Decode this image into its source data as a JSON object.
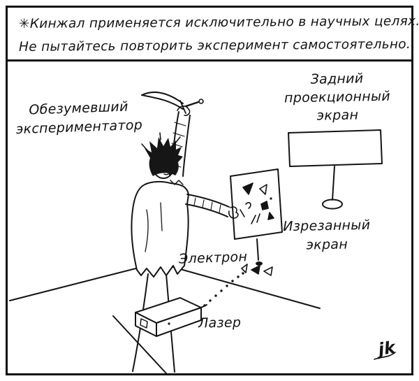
{
  "caption": {
    "line1": "✳Кинжал применяется исключительно в научных целях.",
    "line2": "Не пытайтесь повторить эксперимент самостоятельно."
  },
  "labels": {
    "experimenter": {
      "line1": "Обезумевший",
      "line2": "экспериментатор"
    },
    "rear_screen": {
      "line1": "Задний",
      "line2": "проекционный",
      "line3": "экран"
    },
    "cut_screen": {
      "line1": "Изрезанный",
      "line2": "экран"
    },
    "electron": "Электрон",
    "laser": "Лазер"
  },
  "signature": "jk",
  "colors": {
    "ink": "#141414",
    "paper": "#ffffff"
  }
}
